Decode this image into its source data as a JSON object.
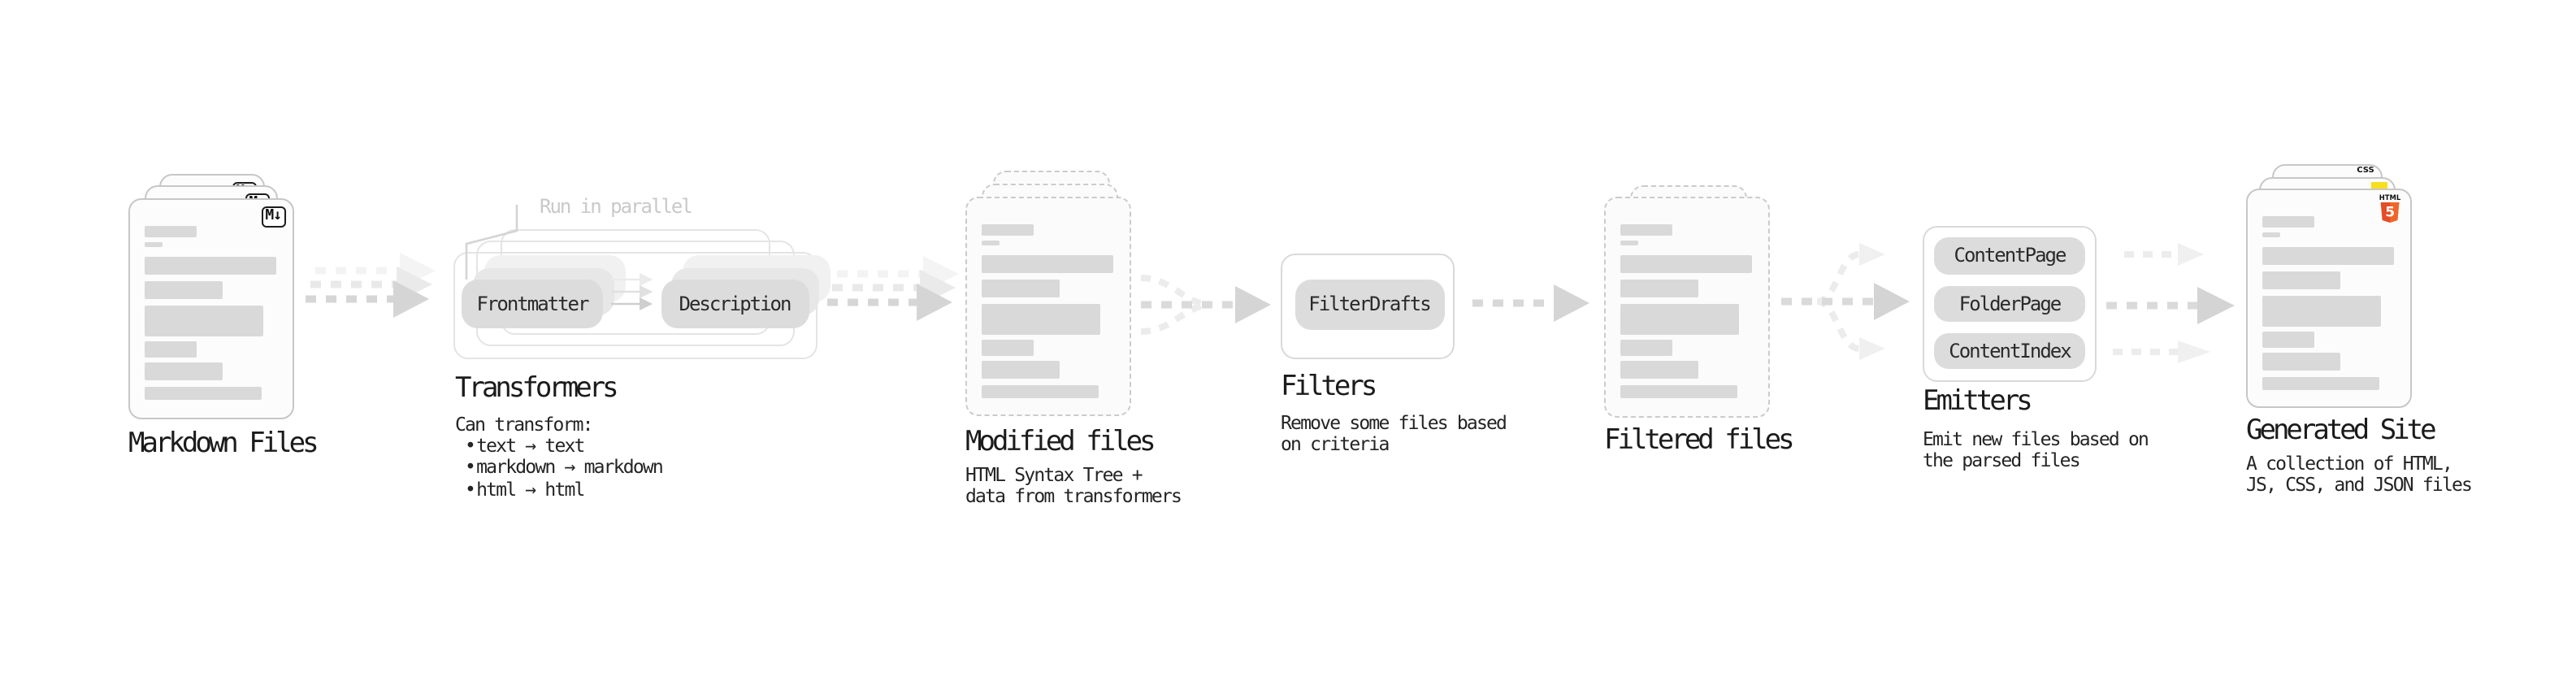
{
  "palette": {
    "html_orange": "#e44d26",
    "html_orange_light": "#f16529",
    "js_yellow": "#f7df1e",
    "css_blue": "#2965f1",
    "arrow_gray": "#d5d5d5",
    "pill_gray": "#dcdcdc",
    "text_dark": "#1b1b1b"
  },
  "stages": {
    "markdown": {
      "label": "Markdown Files",
      "badge": "M↓"
    },
    "transformers": {
      "label": "Transformers",
      "annotation": "Run in parallel",
      "pill_frontmatter": "Frontmatter",
      "pill_description": "Description",
      "desc_title": "Can transform:",
      "bullet_char": "•",
      "bullets": [
        "text → text",
        "markdown → markdown",
        "html → html"
      ]
    },
    "modified": {
      "label": "Modified files",
      "desc": [
        "HTML Syntax Tree +",
        "data from transformers"
      ]
    },
    "filters": {
      "label": "Filters",
      "pill": "FilterDrafts",
      "desc": [
        "Remove some files based",
        "on criteria"
      ]
    },
    "filtered": {
      "label": "Filtered files"
    },
    "emitters": {
      "label": "Emitters",
      "pills": [
        "ContentPage",
        "FolderPage",
        "ContentIndex"
      ],
      "desc": [
        "Emit new files based on",
        "the parsed files"
      ]
    },
    "site": {
      "label": "Generated Site",
      "badge_css": "CSS",
      "badge_html_word": "HTML",
      "badge_html_number": "5",
      "desc": [
        "A collection of HTML,",
        "JS, CSS, and JSON files"
      ]
    }
  }
}
